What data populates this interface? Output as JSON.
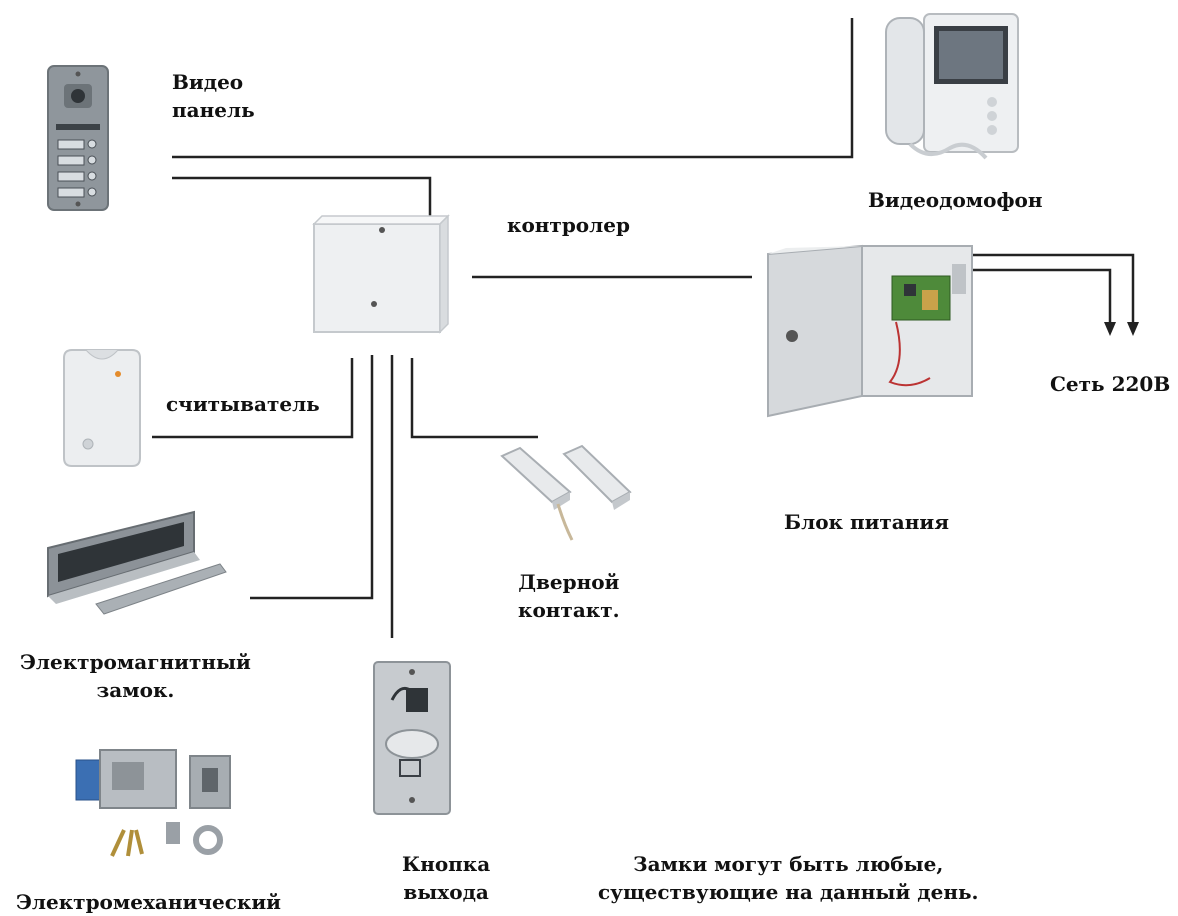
{
  "labels": {
    "video_panel": [
      "Видео",
      "панель"
    ],
    "videophone": "Видеодомофон",
    "controller": "контролер",
    "power_supply": "Блок питания",
    "mains": "Сеть 220В",
    "reader": "считыватель",
    "door_contact": [
      "Дверной",
      "контакт."
    ],
    "em_lock": [
      "Электромагнитный",
      "замок."
    ],
    "mech_lock": "Электромеханический",
    "exit_button": [
      "Кнопка",
      "выхода"
    ],
    "note": [
      "Замки могут быть любые,",
      "существующие на данный день."
    ]
  },
  "colors": {
    "wire": "#222222",
    "device_light": "#e9ecef",
    "device_metal": "#9aa0a6",
    "lock_blue": "#3b6fb3",
    "pcb_green": "#4e8a3a"
  }
}
